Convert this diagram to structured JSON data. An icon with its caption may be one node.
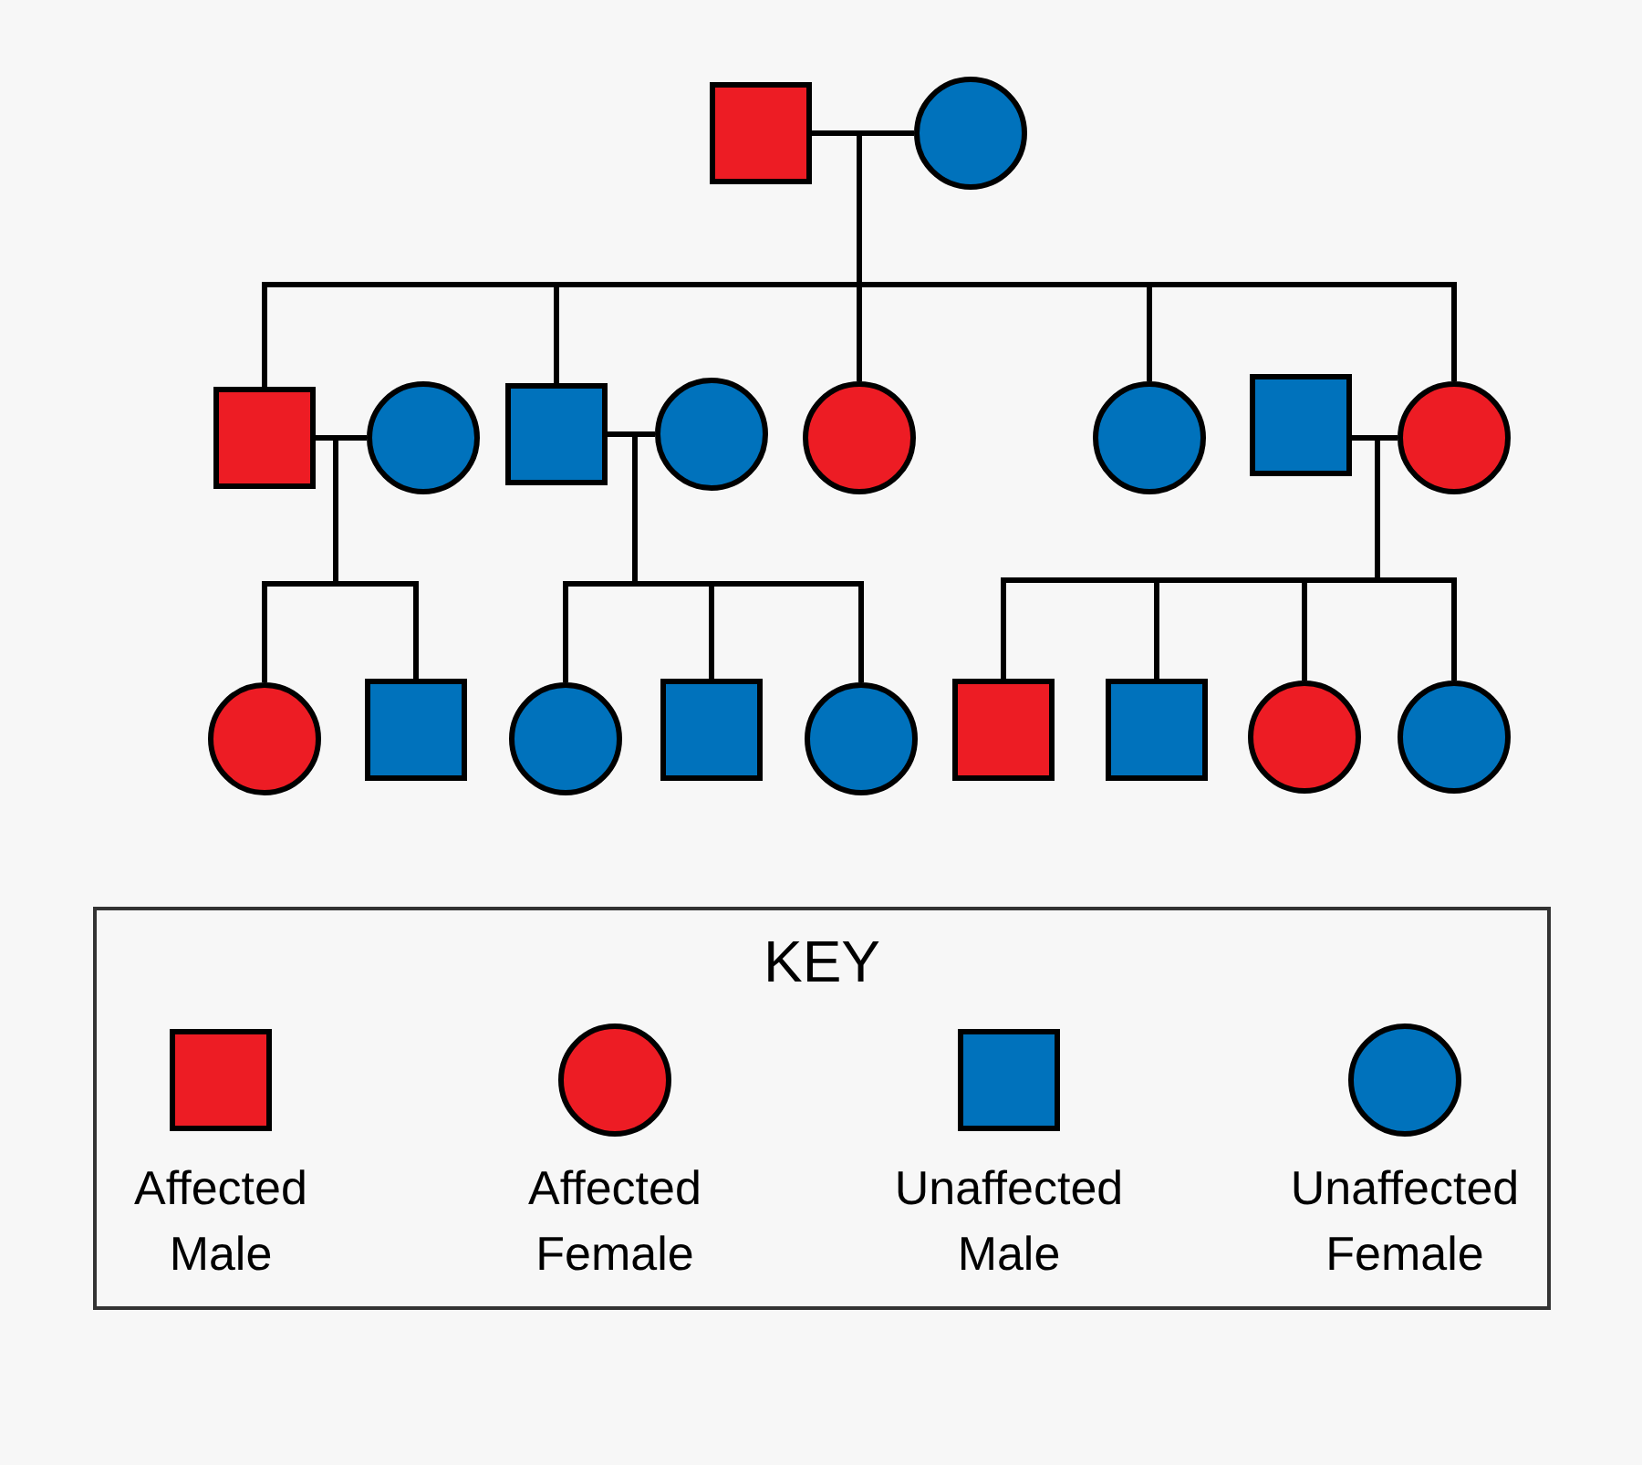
{
  "diagram": {
    "nodes": [
      {
        "text": [],
        "shape": "box"
      },
      {
        "text": [],
        "shape": "circle"
      },
      {
        "text": [],
        "shape": "box"
      },
      {
        "text": [],
        "shape": "circle"
      },
      {
        "text": [],
        "shape": "box"
      },
      {
        "text": [],
        "shape": "circle"
      },
      {
        "text": [],
        "shape": "circle"
      },
      {
        "text": [],
        "shape": "circle"
      },
      {
        "text": [],
        "shape": "box"
      },
      {
        "text": [],
        "shape": "circle"
      },
      {
        "text": [],
        "shape": "circle"
      },
      {
        "text": [],
        "shape": "box"
      },
      {
        "text": [],
        "shape": "circle"
      },
      {
        "text": [],
        "shape": "box"
      },
      {
        "text": [],
        "shape": "circle"
      },
      {
        "text": [],
        "shape": "box"
      },
      {
        "text": [],
        "shape": "box"
      },
      {
        "text": [],
        "shape": "circle"
      },
      {
        "text": [],
        "shape": "circle"
      }
    ],
    "edges": [
      {
        "from": 0,
        "to": 1,
        "arrow": "none"
      },
      {
        "from": 0,
        "to": 2,
        "arrow": "none"
      },
      {
        "from": 1,
        "to": 2,
        "arrow": "none"
      },
      {
        "from": 0,
        "to": 4,
        "arrow": "none"
      },
      {
        "from": 1,
        "to": 4,
        "arrow": "none"
      },
      {
        "from": 0,
        "to": 6,
        "arrow": "none"
      },
      {
        "from": 1,
        "to": 6,
        "arrow": "none"
      },
      {
        "from": 0,
        "to": 7,
        "arrow": "none"
      },
      {
        "from": 1,
        "to": 7,
        "arrow": "none"
      },
      {
        "from": 0,
        "to": 9,
        "arrow": "none"
      },
      {
        "from": 1,
        "to": 9,
        "arrow": "none"
      },
      {
        "from": 2,
        "to": 3,
        "arrow": "none"
      },
      {
        "from": 4,
        "to": 5,
        "arrow": "none"
      },
      {
        "from": 8,
        "to": 9,
        "arrow": "none"
      },
      {
        "from": 2,
        "to": 10,
        "arrow": "none"
      },
      {
        "from": 3,
        "to": 10,
        "arrow": "none"
      },
      {
        "from": 2,
        "to": 11,
        "arrow": "none"
      },
      {
        "from": 3,
        "to": 11,
        "arrow": "none"
      },
      {
        "from": 4,
        "to": 12,
        "arrow": "none"
      },
      {
        "from": 5,
        "to": 12,
        "arrow": "none"
      },
      {
        "from": 4,
        "to": 13,
        "arrow": "none"
      },
      {
        "from": 5,
        "to": 13,
        "arrow": "none"
      },
      {
        "from": 4,
        "to": 14,
        "arrow": "none"
      },
      {
        "from": 5,
        "to": 14,
        "arrow": "none"
      },
      {
        "from": 8,
        "to": 15,
        "arrow": "none"
      },
      {
        "from": 9,
        "to": 15,
        "arrow": "none"
      },
      {
        "from": 8,
        "to": 16,
        "arrow": "none"
      },
      {
        "from": 9,
        "to": 16,
        "arrow": "none"
      },
      {
        "from": 8,
        "to": 17,
        "arrow": "none"
      },
      {
        "from": 9,
        "to": 17,
        "arrow": "none"
      },
      {
        "from": 8,
        "to": 18,
        "arrow": "none"
      },
      {
        "from": 9,
        "to": 18,
        "arrow": "none"
      }
    ],
    "labels": [
      "KEY"
    ],
    "legend": [
      {
        "text": "Affected Male",
        "color": "#ed1c24"
      },
      {
        "text": "Affected Female",
        "color": "#ed1c24"
      },
      {
        "text": "Unaffected Male",
        "color": "#0072bc"
      },
      {
        "text": "Unaffected Female",
        "color": "#0072bc"
      }
    ]
  }
}
